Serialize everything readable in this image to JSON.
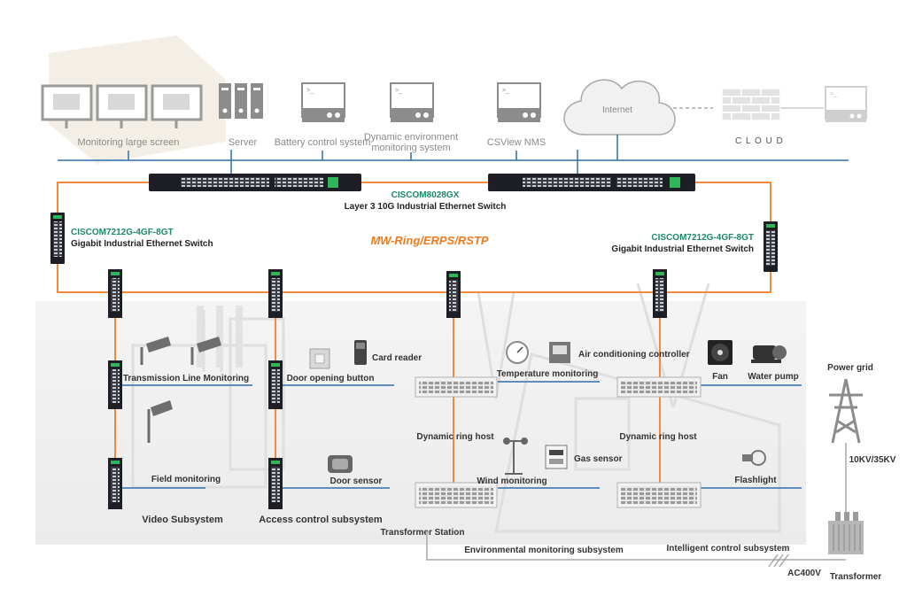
{
  "top": {
    "monitoring_screen": "Monitoring large screen",
    "server": "Server",
    "battery": "Battery control system",
    "dynamic_env_1": "Dynamic environment",
    "dynamic_env_2": "monitoring system",
    "nms": "CSView NMS",
    "internet": "Internet",
    "cloud": "C L O U D"
  },
  "core": {
    "model": "CISCOM8028GX",
    "desc": "Layer 3 10G Industrial Ethernet Switch"
  },
  "ring": {
    "protocol": "MW-Ring/ERPS/RSTP",
    "left_model": "CISCOM7212G-4GF-8GT",
    "left_desc": "Gigabit Industrial Ethernet Switch",
    "right_model": "CISCOM7212G-4GF-8GT",
    "right_desc": "Gigabit Industrial Ethernet Switch"
  },
  "video": {
    "transmission": "Transmission Line Monitoring",
    "field": "Field monitoring",
    "subsystem": "Video Subsystem"
  },
  "access": {
    "door_button": "Door opening button",
    "card_reader": "Card reader",
    "door_sensor": "Door sensor",
    "subsystem": "Access control subsystem"
  },
  "env": {
    "temperature": "Temperature monitoring",
    "air": "Air conditioning controller",
    "host": "Dynamic ring host",
    "gas": "Gas sensor",
    "wind": "Wind monitoring",
    "station": "Transformer Station",
    "subsystem": "Environmental monitoring subsystem"
  },
  "intel": {
    "fan": "Fan",
    "pump": "Water pump",
    "host": "Dynamic ring host",
    "flashlight": "Flashlight",
    "subsystem": "Intelligent control subsystem"
  },
  "power": {
    "grid": "Power grid",
    "voltage": "10KV/35KV",
    "ac": "AC400V",
    "transformer": "Transformer"
  },
  "colors": {
    "blue_line": "#2e6fa8",
    "orange_line": "#f08a3c",
    "model_green": "#1a8a63",
    "protocol_orange": "#f07a1e",
    "switch_dark": "#1d1f24"
  }
}
